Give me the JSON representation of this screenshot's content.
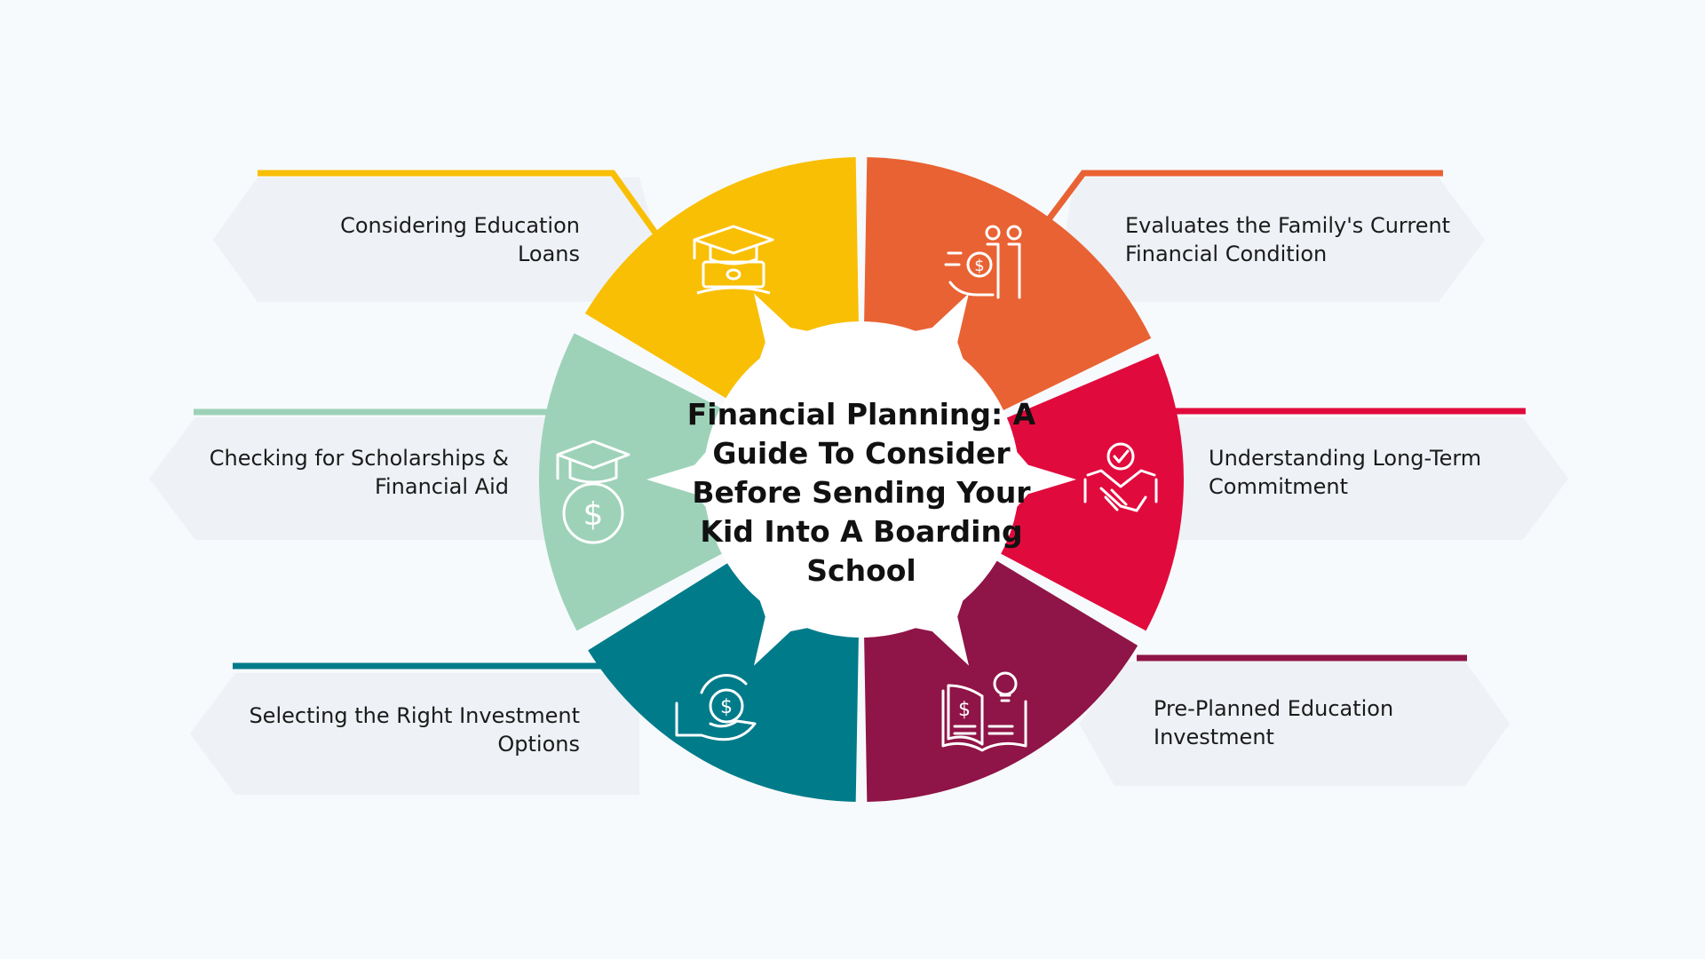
{
  "center": {
    "title": "Financial Planning: A Guide To Consider Before Sending Your Kid Into A Boarding School"
  },
  "segments": [
    {
      "id": "loans",
      "side": "left",
      "label": "Considering Education Loans",
      "color": "#f9bf05",
      "icon": "graduation-money-icon"
    },
    {
      "id": "scholarships",
      "side": "left",
      "label": "Checking for Scholarships & Financial Aid",
      "color": "#9dd2b8",
      "icon": "scholarship-coin-icon"
    },
    {
      "id": "investment-options",
      "side": "left",
      "label": "Selecting the Right Investment Options",
      "color": "#007b8a",
      "icon": "hand-coin-icon"
    },
    {
      "id": "family-condition",
      "side": "right",
      "label": "Evaluates the Family's Current Financial Condition",
      "color": "#e96233",
      "icon": "family-finance-icon"
    },
    {
      "id": "commitment",
      "side": "right",
      "label": "Understanding Long-Term Commitment",
      "color": "#e10a3c",
      "icon": "handshake-icon"
    },
    {
      "id": "pre-planned",
      "side": "right",
      "label": "Pre-Planned Education Investment",
      "color": "#8f1447",
      "icon": "book-idea-icon"
    }
  ],
  "colors": {
    "background": "#f7fafc",
    "banner": "#eef1f5",
    "text": "#1b1b1b"
  }
}
